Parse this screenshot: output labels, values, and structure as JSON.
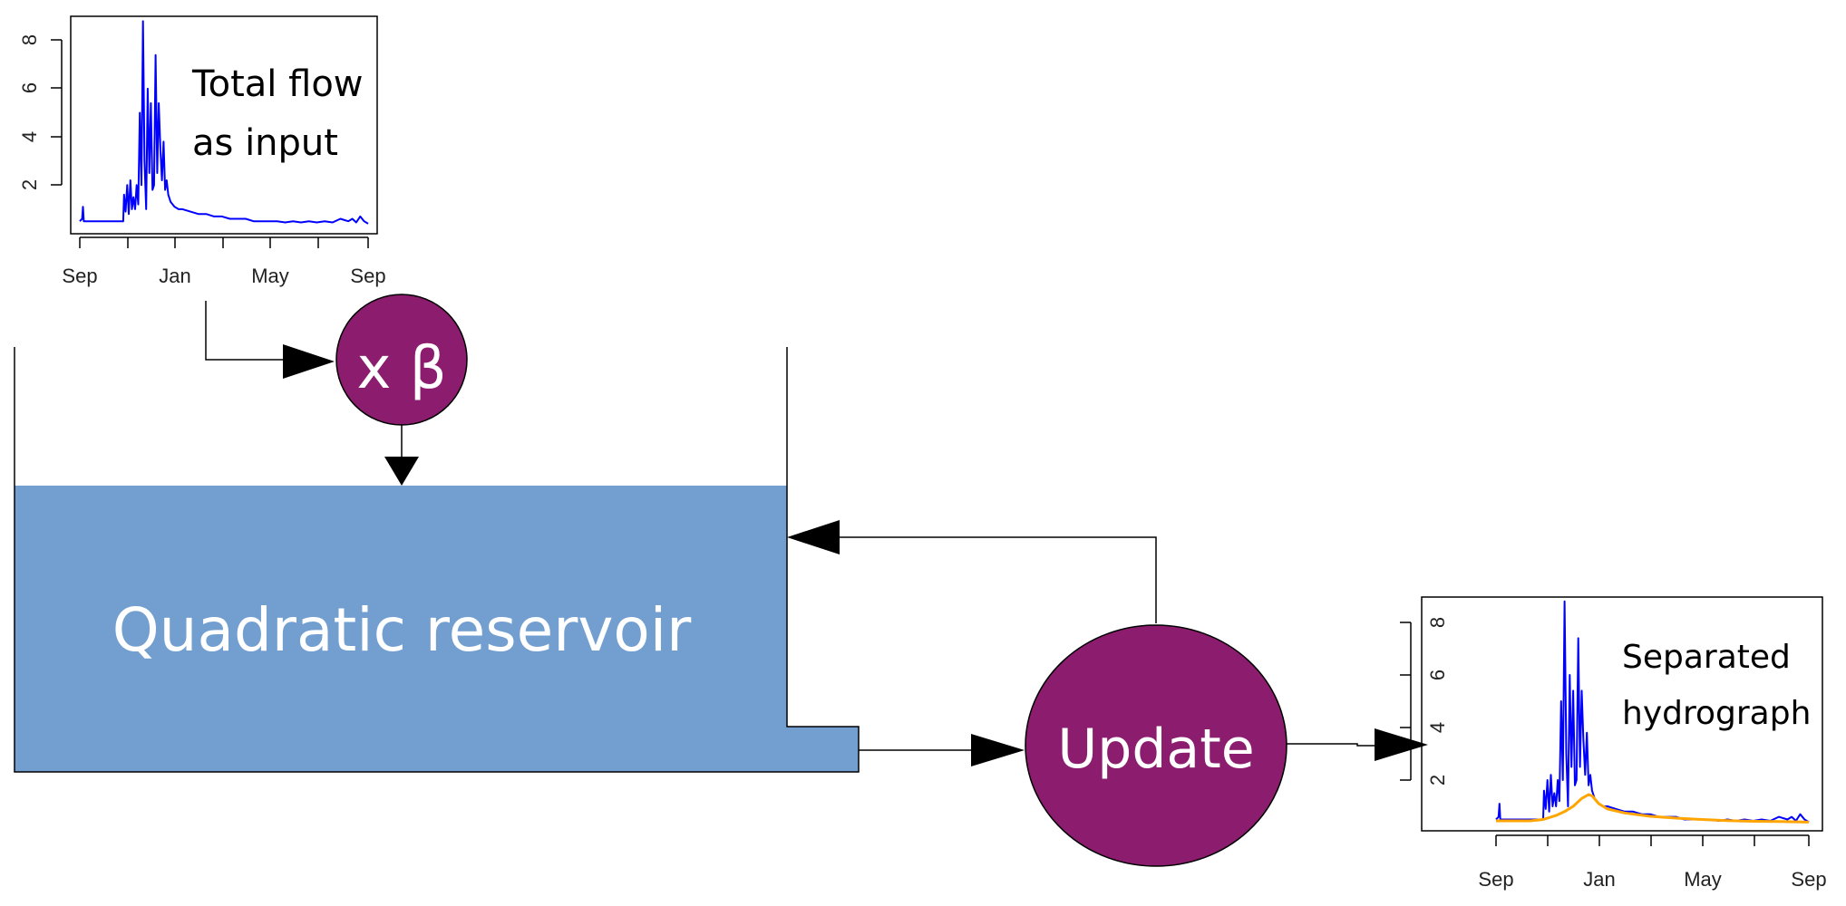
{
  "colors": {
    "reservoir": "#739fd0",
    "node": "#8b1c6e",
    "total_flow": "#0000ff",
    "baseflow": "#ffa500"
  },
  "nodes": {
    "multiply_label": "x β",
    "update_label": "Update"
  },
  "reservoir": {
    "label": "Quadratic reservoir"
  },
  "input_plot": {
    "annotation_line1": "Total flow",
    "annotation_line2": "as input",
    "x_ticks": [
      "Sep",
      "Jan",
      "May",
      "Sep"
    ],
    "y_ticks": [
      "2",
      "4",
      "6",
      "8"
    ]
  },
  "output_plot": {
    "annotation_line1": "Separated",
    "annotation_line2": "hydrograph",
    "x_ticks": [
      "Sep",
      "Jan",
      "May",
      "Sep"
    ],
    "y_ticks": [
      "2",
      "4",
      "6",
      "8"
    ]
  },
  "chart_data": [
    {
      "type": "line",
      "name": "input",
      "xlim": [
        0,
        365
      ],
      "ylim": [
        0,
        9
      ],
      "series": [
        {
          "color": "#0000ff",
          "x": [
            0,
            3,
            4,
            5,
            8,
            12,
            18,
            25,
            32,
            40,
            48,
            55,
            56,
            58,
            60,
            62,
            64,
            66,
            68,
            70,
            72,
            74,
            76,
            78,
            80,
            82,
            84,
            86,
            88,
            90,
            92,
            94,
            96,
            98,
            100,
            102,
            104,
            106,
            108,
            110,
            112,
            115,
            120,
            125,
            130,
            140,
            150,
            160,
            170,
            180,
            190,
            200,
            210,
            220,
            230,
            240,
            250,
            260,
            270,
            280,
            290,
            300,
            310,
            320,
            330,
            340,
            345,
            350,
            355,
            360,
            365
          ],
          "values": [
            0.5,
            0.6,
            1.1,
            0.5,
            0.5,
            0.5,
            0.5,
            0.5,
            0.5,
            0.5,
            0.5,
            0.5,
            1.6,
            0.9,
            2.0,
            0.8,
            2.2,
            1.0,
            1.5,
            1.0,
            2.0,
            1.2,
            5.0,
            2.0,
            8.8,
            3.0,
            1.0,
            6.0,
            2.5,
            5.4,
            1.8,
            2.0,
            7.4,
            2.5,
            5.4,
            3.5,
            2.2,
            3.8,
            1.8,
            2.2,
            1.6,
            1.3,
            1.1,
            1.0,
            1.0,
            0.9,
            0.8,
            0.8,
            0.7,
            0.7,
            0.6,
            0.6,
            0.6,
            0.5,
            0.5,
            0.5,
            0.5,
            0.45,
            0.5,
            0.45,
            0.5,
            0.45,
            0.5,
            0.45,
            0.6,
            0.5,
            0.6,
            0.45,
            0.7,
            0.5,
            0.4
          ]
        }
      ]
    },
    {
      "type": "line",
      "name": "output",
      "xlim": [
        0,
        365
      ],
      "ylim": [
        0,
        9
      ],
      "series": [
        {
          "color": "#0000ff",
          "x": [
            0,
            3,
            4,
            5,
            8,
            12,
            18,
            25,
            32,
            40,
            48,
            55,
            56,
            58,
            60,
            62,
            64,
            66,
            68,
            70,
            72,
            74,
            76,
            78,
            80,
            82,
            84,
            86,
            88,
            90,
            92,
            94,
            96,
            98,
            100,
            102,
            104,
            106,
            108,
            110,
            112,
            115,
            120,
            125,
            130,
            140,
            150,
            160,
            170,
            180,
            190,
            200,
            210,
            220,
            230,
            240,
            250,
            260,
            270,
            280,
            290,
            300,
            310,
            320,
            330,
            340,
            345,
            350,
            355,
            360,
            365
          ],
          "values": [
            0.5,
            0.6,
            1.1,
            0.5,
            0.5,
            0.5,
            0.5,
            0.5,
            0.5,
            0.5,
            0.5,
            0.5,
            1.6,
            0.9,
            2.0,
            0.8,
            2.2,
            1.0,
            1.5,
            1.0,
            2.0,
            1.2,
            5.0,
            2.0,
            8.8,
            3.0,
            1.0,
            6.0,
            2.5,
            5.4,
            1.8,
            2.0,
            7.4,
            2.5,
            5.4,
            3.5,
            2.2,
            3.8,
            1.8,
            2.2,
            1.6,
            1.3,
            1.1,
            1.0,
            1.0,
            0.9,
            0.8,
            0.8,
            0.7,
            0.7,
            0.6,
            0.6,
            0.6,
            0.5,
            0.5,
            0.5,
            0.5,
            0.45,
            0.5,
            0.45,
            0.5,
            0.45,
            0.5,
            0.45,
            0.6,
            0.5,
            0.6,
            0.45,
            0.7,
            0.5,
            0.4
          ]
        },
        {
          "color": "#ffa500",
          "x": [
            0,
            40,
            55,
            70,
            80,
            90,
            100,
            108,
            112,
            120,
            130,
            150,
            180,
            210,
            240,
            270,
            300,
            330,
            365
          ],
          "values": [
            0.45,
            0.45,
            0.5,
            0.65,
            0.8,
            1.0,
            1.3,
            1.45,
            1.4,
            1.1,
            0.9,
            0.75,
            0.62,
            0.55,
            0.5,
            0.46,
            0.43,
            0.42,
            0.4
          ]
        }
      ]
    }
  ]
}
